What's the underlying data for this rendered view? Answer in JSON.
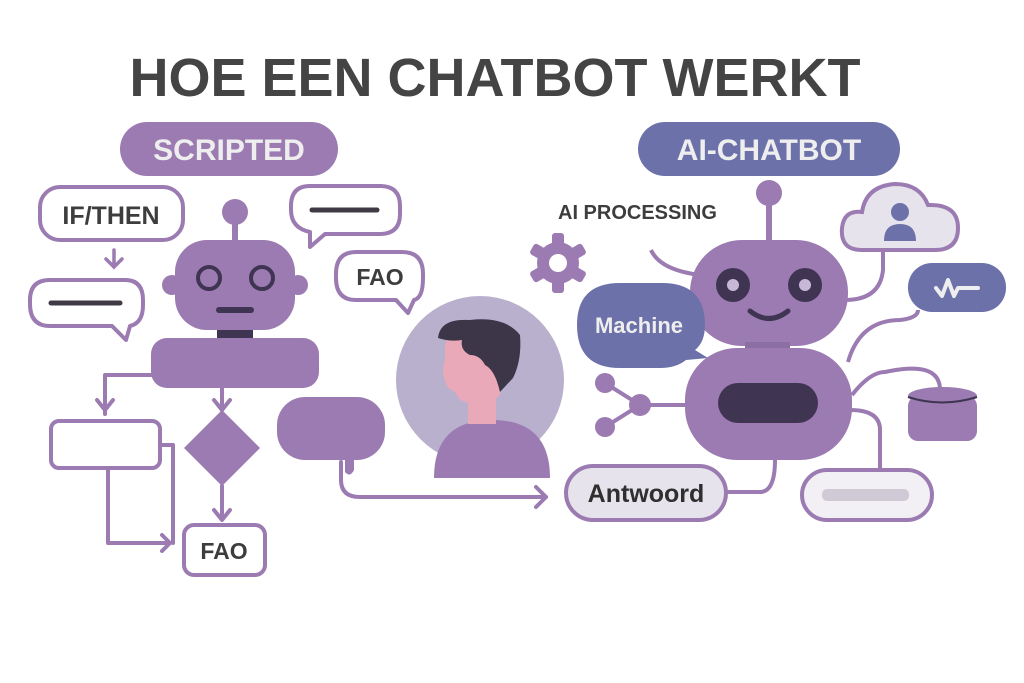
{
  "title": "HOE EEN CHATBOT WERKT",
  "scripted": {
    "label": "SCRIPTED",
    "ifthen": "IF/THEN",
    "faq_bubble": "FAO",
    "faq_box": "FAO"
  },
  "ai": {
    "label": "AI-CHATBOT",
    "processing": "AI PROCESSING",
    "machine": "Machine",
    "answer": "Antwoord"
  },
  "colors": {
    "purple": "#9b7bb1",
    "blue": "#6d71aa",
    "dark": "#3f3552",
    "text": "#444444",
    "light": "#e6e3ec",
    "skin": "#e9a9b8",
    "halo": "#b9b0ce"
  },
  "icons": [
    "robot-icon",
    "gear-icon",
    "cloud-user-icon",
    "waveform-icon",
    "database-icon",
    "network-icon",
    "person-icon"
  ]
}
